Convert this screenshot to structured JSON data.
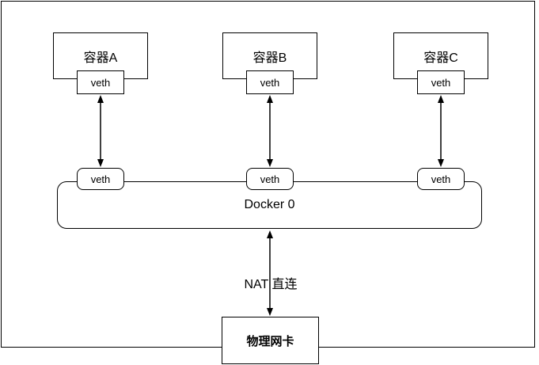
{
  "diagram": {
    "title_hint": "Docker bridge network diagram",
    "containers": [
      {
        "label": "容器A"
      },
      {
        "label": "容器B"
      },
      {
        "label": "容器C"
      }
    ],
    "labels": {
      "veth": "veth",
      "bridge": "Docker 0",
      "nat": "NAT 直连",
      "nic": "物理网卡"
    },
    "colors": {
      "stroke": "#000000",
      "text": "#000000",
      "background": "#ffffff"
    }
  }
}
